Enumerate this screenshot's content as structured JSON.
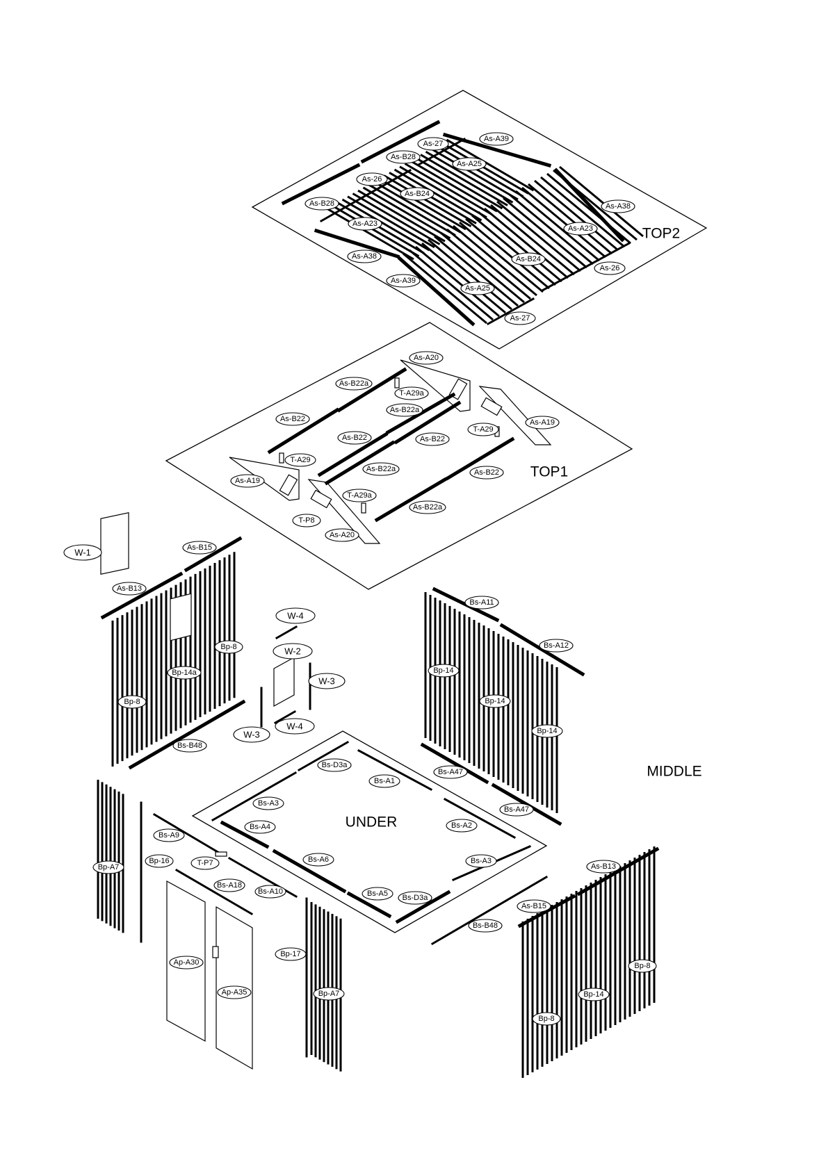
{
  "sections": {
    "top2": "TOP2",
    "top1": "TOP1",
    "middle": "MIDDLE",
    "under": "UNDER"
  },
  "labels": {
    "top2": [
      "As-27",
      "As-A39",
      "As-B28",
      "As-A25",
      "As-26",
      "As-B24",
      "As-B28",
      "As-A38",
      "As-A23",
      "As-A23",
      "As-A38",
      "As-B24",
      "As-26",
      "As-A39",
      "As-A25",
      "As-27"
    ],
    "top1": [
      "As-A20",
      "As-B22a",
      "T-A29a",
      "As-B22a",
      "As-B22",
      "As-A19",
      "As-B22",
      "T-A29",
      "As-B22",
      "T-A29",
      "As-B22a",
      "As-B22",
      "As-A19",
      "T-A29a",
      "T-P8",
      "As-B22a",
      "As-A20"
    ],
    "left_wall": [
      "W-1",
      "As-B15",
      "As-B13",
      "Bp-8",
      "Bp-14a",
      "Bp-8",
      "Bs-B48"
    ],
    "window": [
      "W-4",
      "W-2",
      "W-3",
      "W-3",
      "W-4"
    ],
    "right_wall": [
      "Bs-A11",
      "Bs-A12",
      "Bp-14",
      "Bp-14",
      "Bp-14",
      "Bs-A47",
      "Bs-A47"
    ],
    "under": [
      "Bs-D3a",
      "Bs-A1",
      "Bs-A3",
      "Bs-A4",
      "Bs-A2",
      "Bs-A6",
      "Bs-A3",
      "Bs-A5",
      "Bs-D3a"
    ],
    "front": [
      "Bs-A9",
      "Bp-A7",
      "Bp-16",
      "T-P7",
      "Bs-A18",
      "Bs-A10",
      "Ap-A30",
      "Bp-17",
      "Ap-A35",
      "Bp-A7"
    ],
    "back_wall": [
      "As-B13",
      "As-B15",
      "Bs-B48",
      "Bp-8",
      "Bp-14",
      "Bp-8"
    ]
  }
}
